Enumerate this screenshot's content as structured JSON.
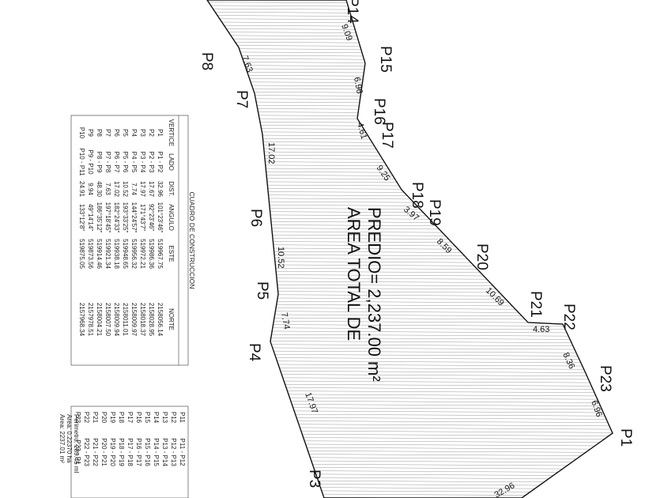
{
  "plan": {
    "area_label_1": "AREA TOTAL DE",
    "area_label_2": "PREDIO= 2,237.00 m²",
    "vertex_labels": [
      "P1",
      "P3",
      "P4",
      "P5",
      "P6",
      "P7",
      "P8",
      "P15",
      "P16",
      "P17",
      "P18",
      "P19",
      "P20",
      "P21",
      "P22",
      "P23",
      "P14"
    ],
    "segment_labels": [
      "9.09",
      "7.63",
      "6.96",
      "4.61",
      "17.02",
      "9.25",
      "3.97",
      "8.59",
      "10.52",
      "10.69",
      "7.74",
      "4.63",
      "8.36",
      "6.96",
      "17.97",
      "32.96"
    ]
  },
  "table": {
    "title": "CUADRO DE CONSTRUCCION",
    "headers": [
      "VERTICE",
      "LADO",
      "DIST.",
      "ANGULO",
      "ESTE",
      "NORTE"
    ],
    "rows": [
      [
        "P1",
        "P1 - P2",
        "32.96",
        "101°23'46\"",
        "519967.75",
        "2158056.14"
      ],
      [
        "P2",
        "P2 - P3",
        "17.67",
        "92°23'46\"",
        "519986.36",
        "2158028.95"
      ],
      [
        "P3",
        "P3 - P4",
        "17.97",
        "171°43'7\"",
        "519972.21",
        "2158018.37"
      ],
      [
        "P4",
        "P4 - P5",
        "7.74",
        "144°24'57\"",
        "519956.32",
        "2158009.97"
      ],
      [
        "P5",
        "P5 - P6",
        "10.52",
        "193°33'25\"",
        "519948.65",
        "2158011.01"
      ],
      [
        "P6",
        "P6 - P7",
        "17.02",
        "182°24'33\"",
        "519938.18",
        "2158009.94"
      ],
      [
        "P7",
        "P7 - P8",
        "7.63",
        "197°18'45\"",
        "519921.34",
        "2158007.50"
      ],
      [
        "P8",
        "P8 - P9",
        "48.30",
        "186°35'12\"",
        "519914.46",
        "2158004.21"
      ],
      [
        "P9",
        "P9 - P10",
        "9.94",
        "49°14'14\"",
        "519873.56",
        "2157978.51"
      ],
      [
        "P10",
        "P10 - P11",
        "24.91",
        "133°12'8\"",
        "519875.05",
        "2157968.34"
      ]
    ],
    "small_rows": [
      [
        "P11",
        "P11 - P12"
      ],
      [
        "P12",
        "P12 - P13"
      ],
      [
        "P13",
        "P13 - P14"
      ],
      [
        "P14",
        "P14 - P15"
      ],
      [
        "P15",
        "P15 - P16"
      ],
      [
        "P16",
        "P16 - P17"
      ],
      [
        "P17",
        "P17 - P18"
      ],
      [
        "P18",
        "P18 - P19"
      ],
      [
        "P19",
        "P19 - P20"
      ],
      [
        "P20",
        "P20 - P21"
      ],
      [
        "P21",
        "P21 - P22"
      ],
      [
        "P22",
        "P22 - P23"
      ],
      [
        "P23",
        "P23 - P1"
      ]
    ],
    "summary": [
      "Area: 2237.01 m²",
      "Area: 0.22370 ha",
      "Perimetro: 289.45 ml"
    ]
  }
}
